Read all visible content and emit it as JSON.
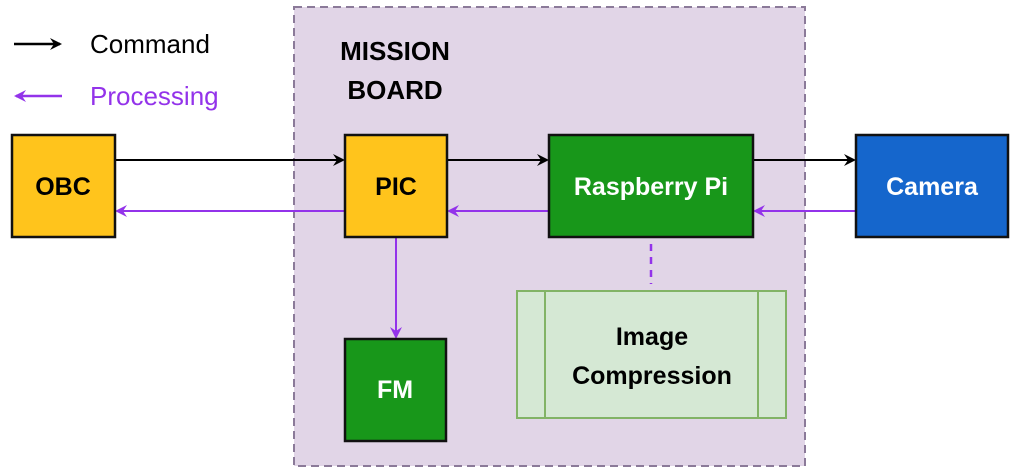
{
  "legend": [
    {
      "label": "Command",
      "color": "#000000",
      "direction": "right"
    },
    {
      "label": "Processing",
      "color": "#9333ea",
      "direction": "left"
    }
  ],
  "group": {
    "title_line1": "MISSION",
    "title_line2": "BOARD",
    "fill": "#e1d5e7",
    "border": "#8b7a99"
  },
  "nodes": {
    "obc": {
      "label": "OBC",
      "fill": "#ffc41c",
      "text_color": "#000000"
    },
    "pic": {
      "label": "PIC",
      "fill": "#ffc41c",
      "text_color": "#000000"
    },
    "rpi": {
      "label": "Raspberry Pi",
      "fill": "#18971a",
      "text_color": "#ffffff"
    },
    "camera": {
      "label": "Camera",
      "fill": "#1566cc",
      "text_color": "#ffffff"
    },
    "fm": {
      "label": "FM",
      "fill": "#18971a",
      "text_color": "#ffffff"
    },
    "compression": {
      "label_line1": "Image",
      "label_line2": "Compression",
      "fill": "#d5e8d4",
      "border": "#82b366",
      "text_color": "#000000"
    }
  },
  "edges": [
    {
      "from": "OBC",
      "to": "PIC",
      "type": "Command"
    },
    {
      "from": "PIC",
      "to": "Raspberry Pi",
      "type": "Command"
    },
    {
      "from": "Raspberry Pi",
      "to": "Camera",
      "type": "Command"
    },
    {
      "from": "Camera",
      "to": "Raspberry Pi",
      "type": "Processing"
    },
    {
      "from": "Raspberry Pi",
      "to": "PIC",
      "type": "Processing"
    },
    {
      "from": "PIC",
      "to": "OBC",
      "type": "Processing"
    },
    {
      "from": "PIC",
      "to": "FM",
      "type": "Processing"
    },
    {
      "from": "Raspberry Pi",
      "to": "Image Compression",
      "type": "Processing-dashed"
    }
  ],
  "colors": {
    "command": "#000000",
    "processing": "#9333ea"
  }
}
